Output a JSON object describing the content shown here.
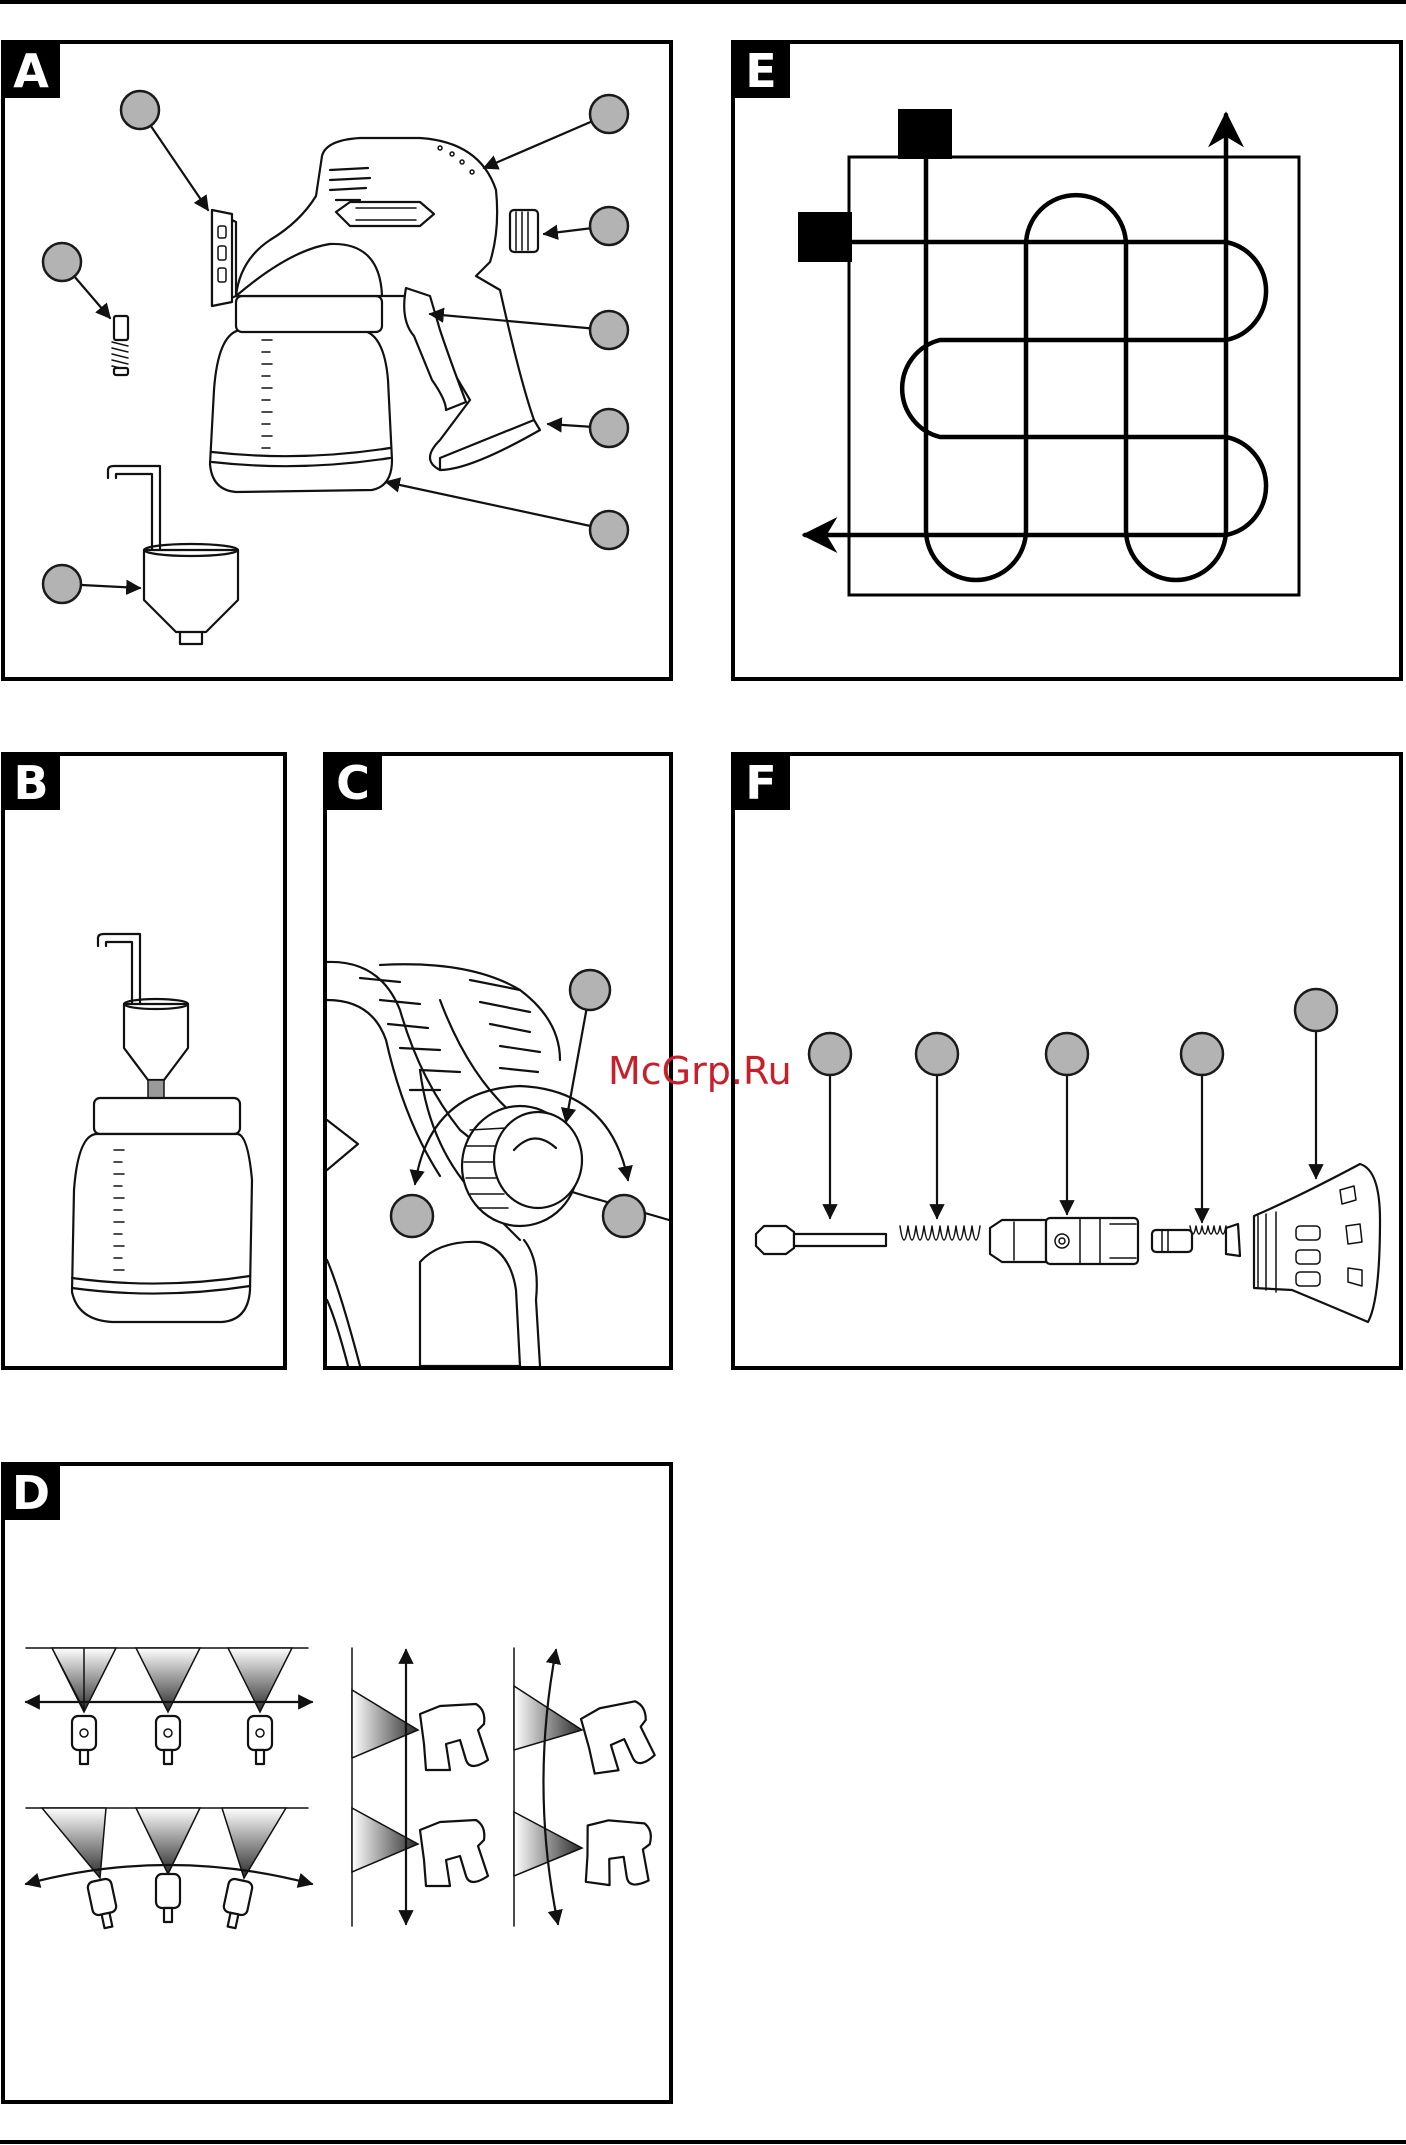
{
  "watermark": "McGrp.Ru",
  "panels": {
    "A": {
      "label": "A"
    },
    "B": {
      "label": "B"
    },
    "C": {
      "label": "C"
    },
    "D": {
      "label": "D"
    },
    "E": {
      "label": "E"
    },
    "F": {
      "label": "F"
    }
  },
  "colors": {
    "outline": "#111111",
    "callout_fill": "#b3b3b3",
    "label_background": "#000000",
    "watermark": "#c8202a"
  },
  "icons": [
    "arrow-icon",
    "callout-circle-icon",
    "spray-gun-icon",
    "container-icon",
    "funnel-icon",
    "nozzle-icon",
    "spring-icon"
  ]
}
